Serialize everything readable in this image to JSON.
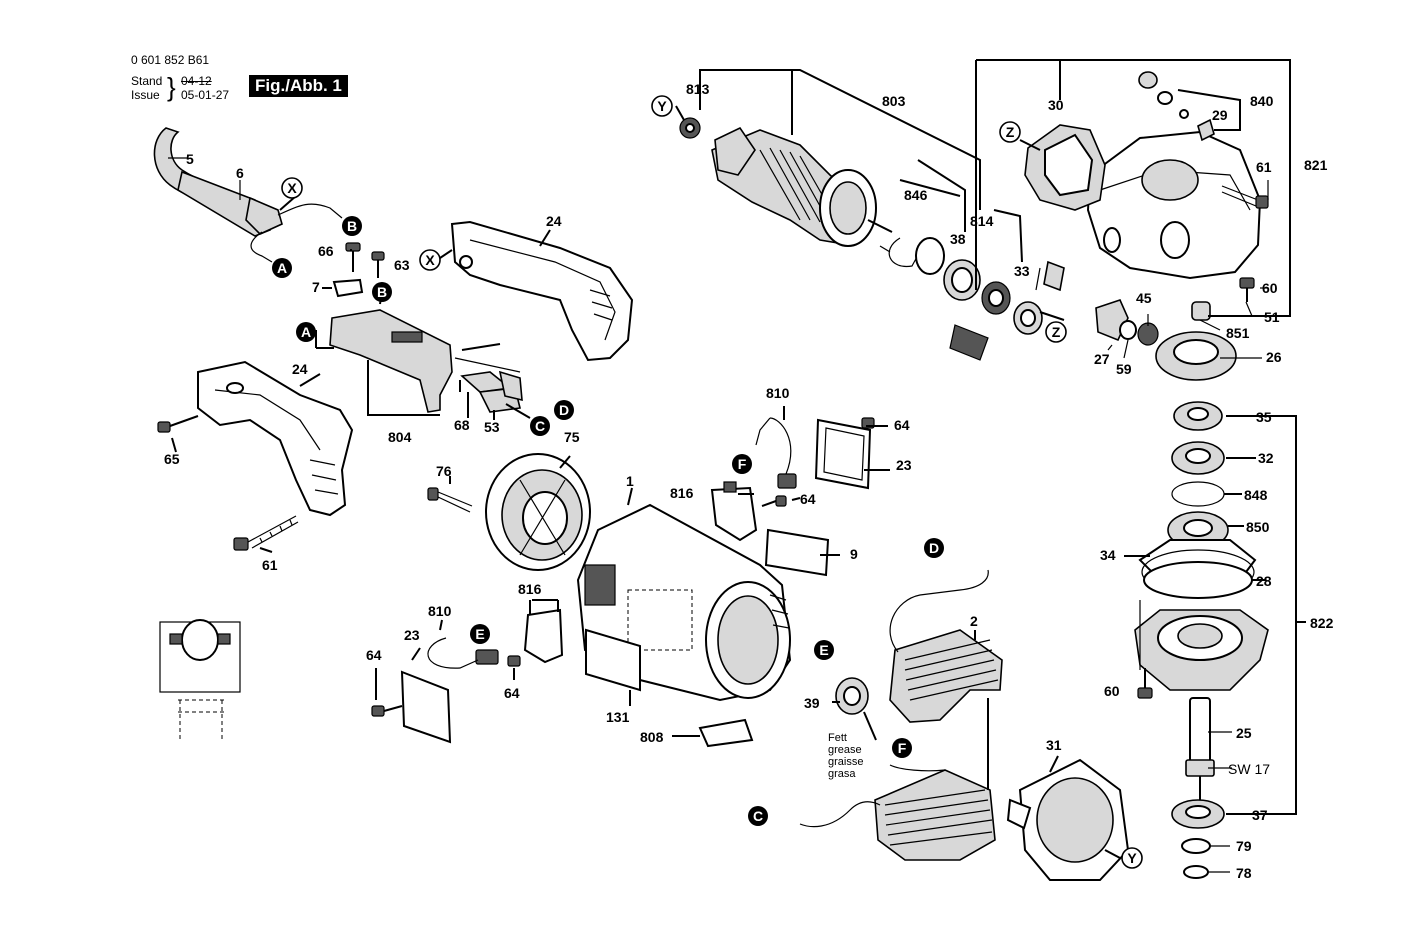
{
  "header": {
    "doc_number": "0 601 852 B61",
    "stand_label": "Stand",
    "stand_value": "04-12",
    "issue_label": "Issue",
    "issue_value": "05-01-27",
    "figure_label": "Fig./Abb. 1"
  },
  "grease_note": [
    "Fett",
    "grease",
    "graisse",
    "grasa"
  ],
  "connectors": {
    "A": "A",
    "B": "B",
    "C": "C",
    "D": "D",
    "E": "E",
    "F": "F",
    "X": "X",
    "Y": "Y",
    "Z": "Z"
  },
  "part_labels": {
    "p5": "5",
    "p6": "6",
    "p66": "66",
    "p63": "63",
    "p7": "7",
    "p24a": "24",
    "p24b": "24",
    "p65": "65",
    "p61a": "61",
    "p804": "804",
    "p68": "68",
    "p53": "53",
    "p76": "76",
    "p75": "75",
    "p810a": "810",
    "p64a": "64",
    "p23a": "23",
    "p816a": "816",
    "p64b": "64",
    "p1": "1",
    "p9": "9",
    "p810b": "810",
    "p816b": "816",
    "p23b": "23",
    "p64c": "64",
    "p64d": "64",
    "p131": "131",
    "p808": "808",
    "p39": "39",
    "p2": "2",
    "p31": "31",
    "p813": "813",
    "p803": "803",
    "p846": "846",
    "p814": "814",
    "p38": "38",
    "p33": "33",
    "p30": "30",
    "p29": "29",
    "p840": "840",
    "p61b": "61",
    "p821": "821",
    "p60a": "60",
    "p51": "51",
    "p851": "851",
    "p45": "45",
    "p27": "27",
    "p59": "59",
    "p26": "26",
    "p35": "35",
    "p32": "32",
    "p848": "848",
    "p850": "850",
    "p34": "34",
    "p28": "28",
    "p822": "822",
    "p60b": "60",
    "p25": "25",
    "sw17": "SW 17",
    "p37": "37",
    "p79": "79",
    "p78": "78"
  }
}
